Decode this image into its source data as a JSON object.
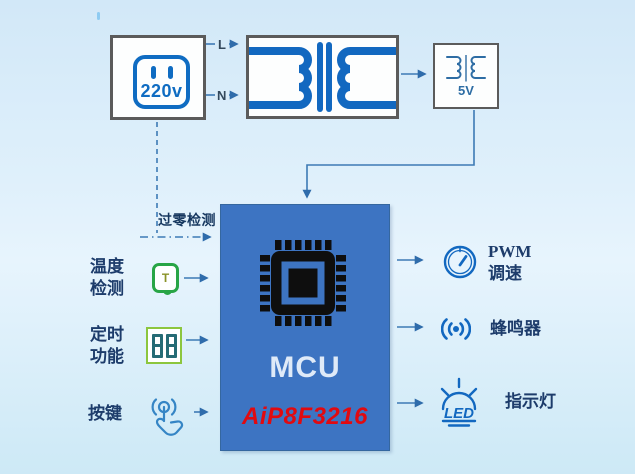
{
  "power_chain": {
    "outlet": {
      "label": "220v"
    },
    "wire_live_label": "L",
    "wire_neutral_label": "N",
    "regulator": {
      "label": "5V"
    }
  },
  "zero_crossing": {
    "label": "过零检测"
  },
  "mcu": {
    "title": "MCU",
    "part_number": "AiP8F3216"
  },
  "inputs": [
    {
      "label_line1": "温度",
      "label_line2": "检测",
      "icon": "temperature-sensor-icon",
      "icon_text": "T"
    },
    {
      "label_line1": "定时",
      "label_line2": "功能",
      "icon": "seven-segment-display-icon",
      "icon_text": "88"
    },
    {
      "label_line1": "按键",
      "label_line2": "",
      "icon": "touch-press-icon"
    }
  ],
  "outputs": [
    {
      "label_line1": "PWM",
      "label_line2": "调速",
      "icon": "gauge-icon"
    },
    {
      "label_line1": "蜂鸣器",
      "label_line2": "",
      "icon": "buzzer-icon"
    },
    {
      "label_line1": "指示灯",
      "label_line2": "",
      "icon": "led-icon",
      "icon_text": "LED"
    }
  ],
  "colors": {
    "mcu_fill": "#3d74c2",
    "icon_blue": "#1268c0",
    "wire_blue": "#3d7ab5",
    "label_navy": "#1d3c6b",
    "part_red": "#e10a10",
    "sensor_green": "#28a546",
    "segment_green": "#8cc63e",
    "segment_teal": "#256b75"
  }
}
